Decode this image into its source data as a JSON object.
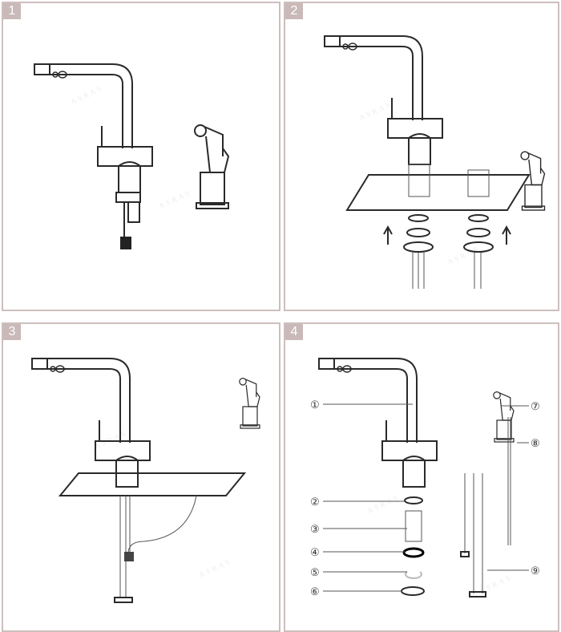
{
  "panels": [
    {
      "step": "1"
    },
    {
      "step": "2"
    },
    {
      "step": "3"
    },
    {
      "step": "4"
    }
  ],
  "part_labels": [
    "①",
    "②",
    "③",
    "④",
    "⑤",
    "⑥",
    "⑦",
    "⑧",
    "⑨"
  ],
  "watermark": "ASRAS",
  "colors": {
    "border": "#cdbfbe",
    "badge": "#c9b9b8",
    "line": "#2a2a2a"
  }
}
